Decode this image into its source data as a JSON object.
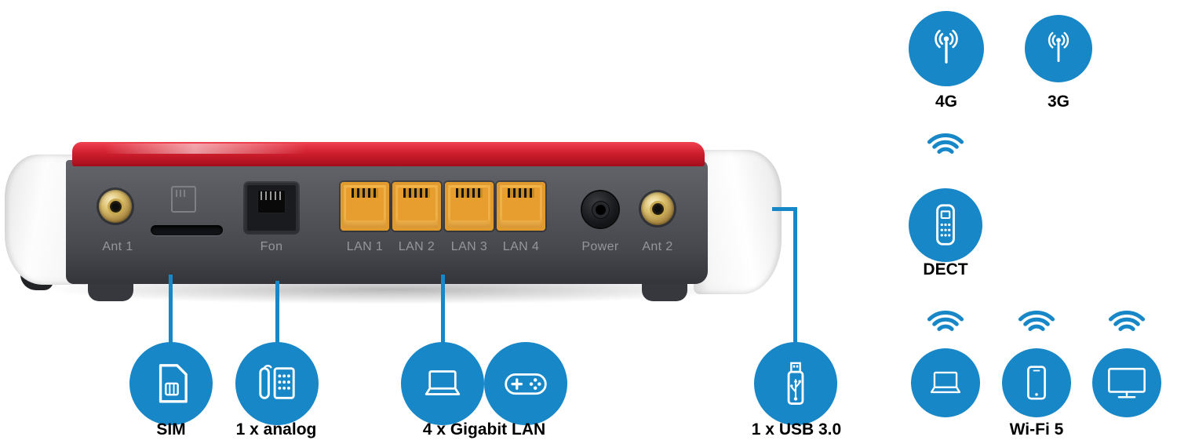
{
  "colors": {
    "accent": "#1787c8",
    "router_body": "#4a4c52",
    "router_stripe": "#d01f2e",
    "lan_port": "#f4b54b",
    "port_label": "#94969b",
    "feature_label": "#000000"
  },
  "router": {
    "ports": {
      "ant1": "Ant 1",
      "fon": "Fon",
      "lan1": "LAN 1",
      "lan2": "LAN 2",
      "lan3": "LAN 3",
      "lan4": "LAN 4",
      "power": "Power",
      "ant2": "Ant 2"
    }
  },
  "callouts": {
    "sim": {
      "label": "SIM",
      "icon": "sim-card-icon"
    },
    "analog": {
      "label": "1 x analog",
      "icon": "analog-phone-icon"
    },
    "gigabit_lan": {
      "label": "4 x Gigabit LAN",
      "icons": [
        "laptop-icon",
        "gamepad-icon"
      ]
    },
    "usb": {
      "label": "1 x USB 3.0",
      "icon": "usb-stick-icon"
    }
  },
  "features": {
    "cellular_4g": {
      "label": "4G",
      "icon": "cellular-antenna-icon"
    },
    "cellular_3g": {
      "label": "3G",
      "icon": "cellular-antenna-icon"
    },
    "dect": {
      "label": "DECT",
      "icons": [
        "wifi-waves-icon",
        "dect-handset-icon"
      ]
    },
    "wifi5": {
      "label": "Wi-Fi 5",
      "icons": [
        "wifi-waves-icon",
        "laptop-icon",
        "smartphone-icon",
        "tv-icon"
      ]
    }
  }
}
